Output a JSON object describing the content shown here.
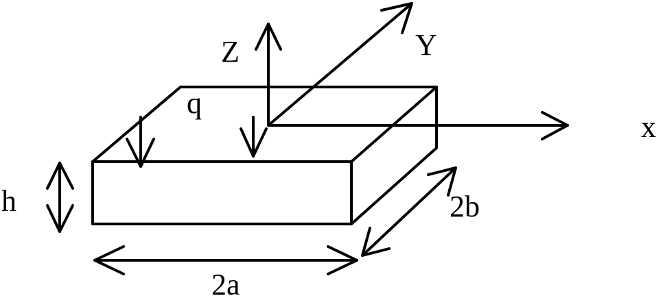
{
  "labels": {
    "z_axis": "Z",
    "y_axis": "Y",
    "x_axis": "x",
    "load": "q",
    "thickness": "h",
    "width": "2b",
    "length": "2a"
  },
  "colors": {
    "line": "#000000",
    "background": "#ffffff"
  }
}
